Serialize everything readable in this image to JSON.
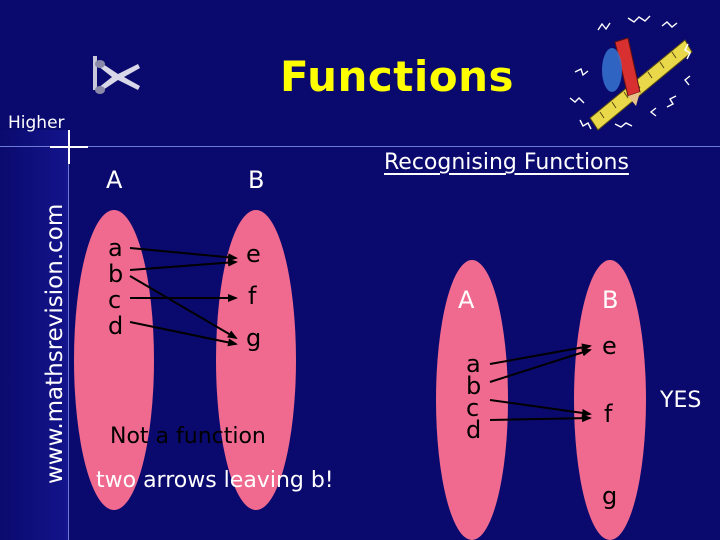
{
  "header": {
    "title": "Functions",
    "level": "Higher",
    "website": "www.mathsrevision.com"
  },
  "left_mapping": {
    "set_a_label": "A",
    "set_b_label": "B",
    "set_a": [
      "a",
      "b",
      "c",
      "d"
    ],
    "set_b": [
      "e",
      "f",
      "g"
    ],
    "verdict": "Not a function",
    "reason": "two arrows leaving b!"
  },
  "right_mapping": {
    "heading": "Recognising Functions",
    "set_a_label": "A",
    "set_b_label": "B",
    "set_a": [
      "a",
      "b",
      "c",
      "d"
    ],
    "set_b": [
      "e",
      "f",
      "g"
    ],
    "verdict": "YES"
  },
  "colors": {
    "background": "#0a0a6e",
    "title": "#ffff00",
    "oval": "#f06a8f",
    "text": "#ffffff"
  },
  "icons": [
    "scissors-icon",
    "ruler-pencil-clipart-icon"
  ]
}
